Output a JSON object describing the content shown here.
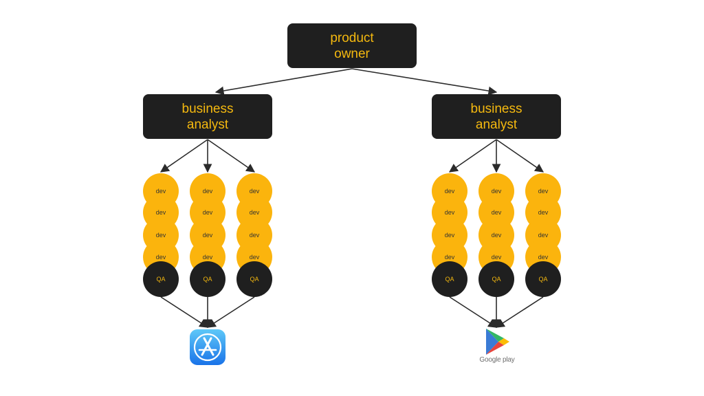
{
  "product_owner": {
    "line1": "product",
    "line2": "owner"
  },
  "business_analysts": [
    {
      "line1": "business",
      "line2": "analyst"
    },
    {
      "line1": "business",
      "line2": "analyst"
    }
  ],
  "team_member_labels": {
    "dev": "dev",
    "qa": "QA"
  },
  "destinations": {
    "left": {
      "icon": "app-store-icon"
    },
    "right": {
      "icon": "google-play-icon",
      "caption": "Google play"
    }
  },
  "colors": {
    "box_fill": "#1f1f1f",
    "box_text": "#f5b90f",
    "dev_fill": "#fbb40d",
    "dev_text": "#333333",
    "qa_fill": "#1f1f1f",
    "qa_text": "#f5b90f",
    "arrow": "#2b2b2b"
  }
}
